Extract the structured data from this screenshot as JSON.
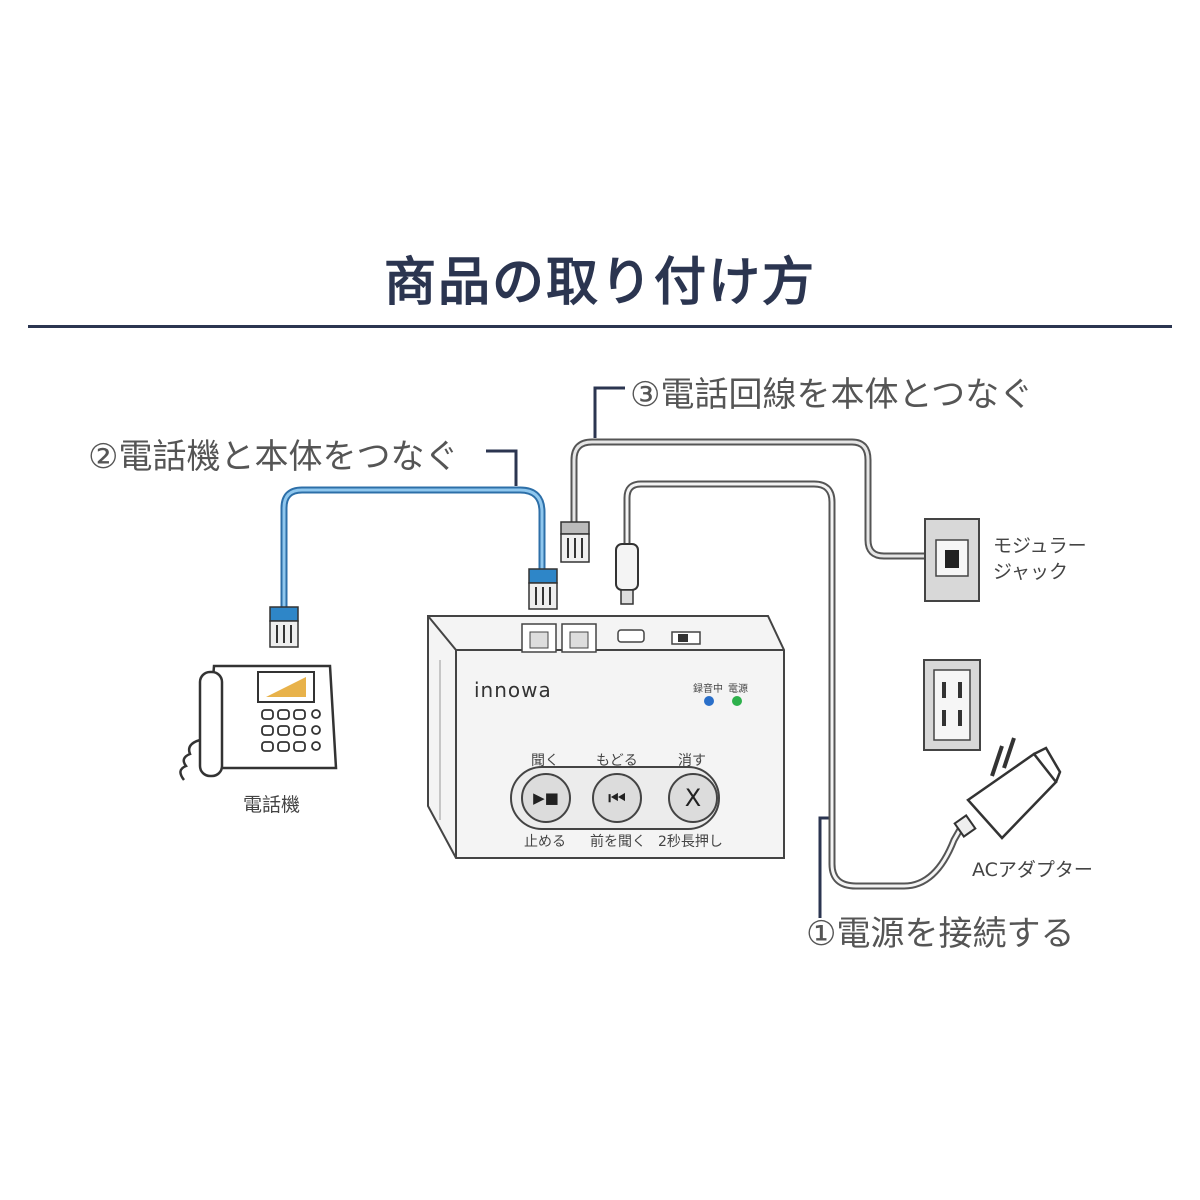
{
  "title": "商品の取り付け方",
  "steps": {
    "step1": "①電源を接続する",
    "step2": "②電話機と本体をつなぐ",
    "step3": "③電話回線を本体とつなぐ"
  },
  "labels": {
    "telephone": "電話機",
    "modular_jack_line1": "モジュラー",
    "modular_jack_line2": "ジャック",
    "ac_adapter": "ACアダプター"
  },
  "device": {
    "brand": "innowa",
    "indicators": {
      "recording": "録音中",
      "power": "電源"
    },
    "buttons": {
      "listen_top": "聞く",
      "rewind_top": "もどる",
      "erase_top": "消す",
      "listen_bottom": "止める",
      "rewind_bottom": "前を聞く",
      "erase_bottom": "2秒長押し",
      "play_stop_symbol": "▶■",
      "rewind_symbol": "⏮",
      "erase_symbol": "X"
    }
  },
  "colors": {
    "title": "#2b3550",
    "phone_cable": "#3d8fd0",
    "led_recording": "#2a6fc9",
    "led_power": "#2db04b"
  }
}
